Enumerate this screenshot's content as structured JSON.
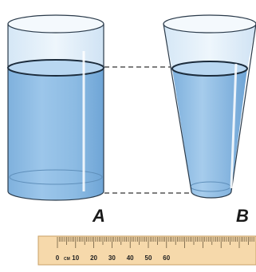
{
  "vessels": [
    {
      "label": "A",
      "shape": "cylinder"
    },
    {
      "label": "B",
      "shape": "tapered-cone"
    }
  ],
  "ruler": {
    "unit": "CM",
    "numbers": [
      "0",
      "10",
      "20",
      "30",
      "40",
      "50",
      "60"
    ]
  },
  "colors": {
    "water": "#8fbde4",
    "water_surface": "#c3ddf3",
    "glass_empty": "#e6f1fa",
    "glass_outline": "#2a3a4a",
    "ruler_fill": "#f6d7a7",
    "ruler_edge": "#c59a5a",
    "guide_line": "#333333"
  }
}
